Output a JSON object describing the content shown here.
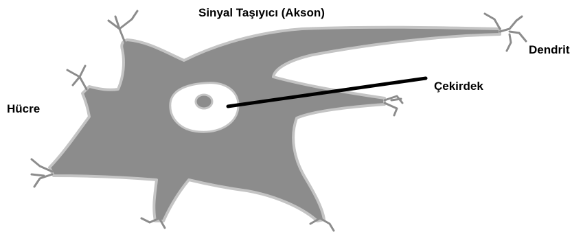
{
  "labels": {
    "axon": "Sinyal Taşıyıcı (Akson)",
    "dendrite": "Dendrit",
    "nucleus": "Çekirdek",
    "cell": "Hücre"
  },
  "colors": {
    "cell_body": "#8c8c8c",
    "membrane": "#c4c4c4",
    "nucleus_region": "#ffffff",
    "nucleolus": "#8c8c8c",
    "pointer_line": "#000000",
    "label_text": "#000000",
    "background": "#ffffff"
  }
}
